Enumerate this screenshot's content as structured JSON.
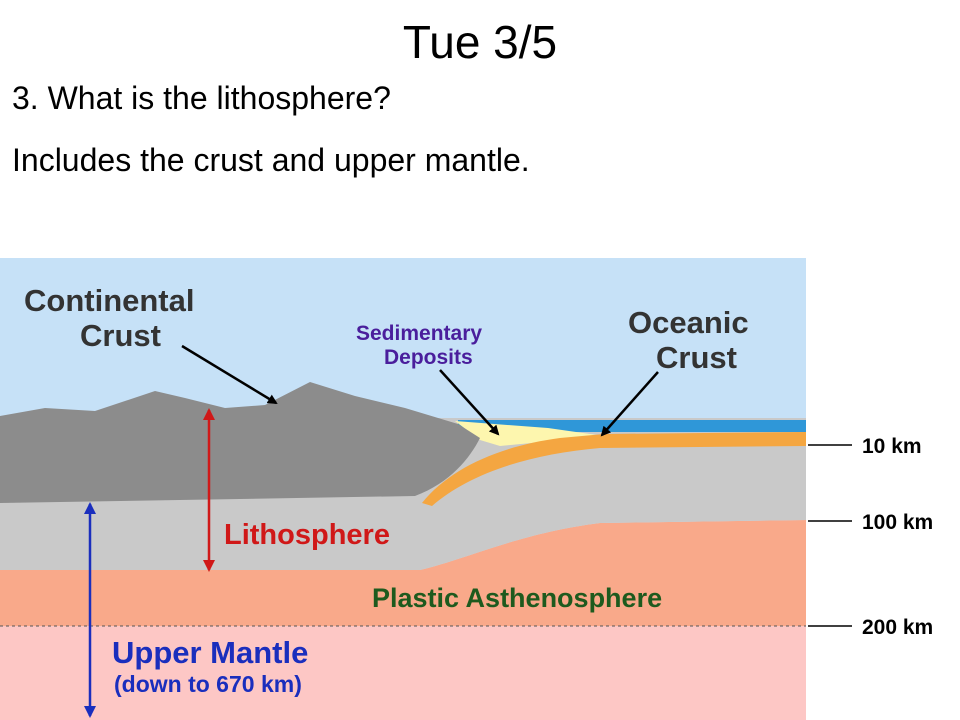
{
  "slide": {
    "title": "Tue 3/5",
    "question": "3. What is the lithosphere?",
    "answer": "Includes the crust and upper mantle."
  },
  "diagram": {
    "labels": {
      "continental_crust_line1": "Continental",
      "continental_crust_line2": "Crust",
      "sedimentary_line1": "Sedimentary",
      "sedimentary_line2": "Deposits",
      "oceanic_line1": "Oceanic",
      "oceanic_line2": "Crust",
      "lithosphere": "Lithosphere",
      "asthenosphere": "Plastic Asthenosphere",
      "upper_mantle": "Upper Mantle",
      "upper_mantle_note": "(down to 670 km)"
    },
    "depths": {
      "d10": "10 km",
      "d100": "100 km",
      "d200": "200 km"
    },
    "colors": {
      "sky": "#c6e1f7",
      "ocean": "#2f97d8",
      "continental_crust": "#8c8c8c",
      "lithospheric_mantle": "#c9c9c9",
      "oceanic_crust": "#f4a641",
      "sediment": "#fdf6ae",
      "asthenosphere": "#f9a98a",
      "upper_mantle": "#fdc7c5",
      "lithosphere_arrow": "#d01818",
      "upper_mantle_text": "#1a2ebd",
      "sedimentary_text": "#4a1e9c",
      "asthenosphere_text": "#1e5a1e"
    }
  }
}
